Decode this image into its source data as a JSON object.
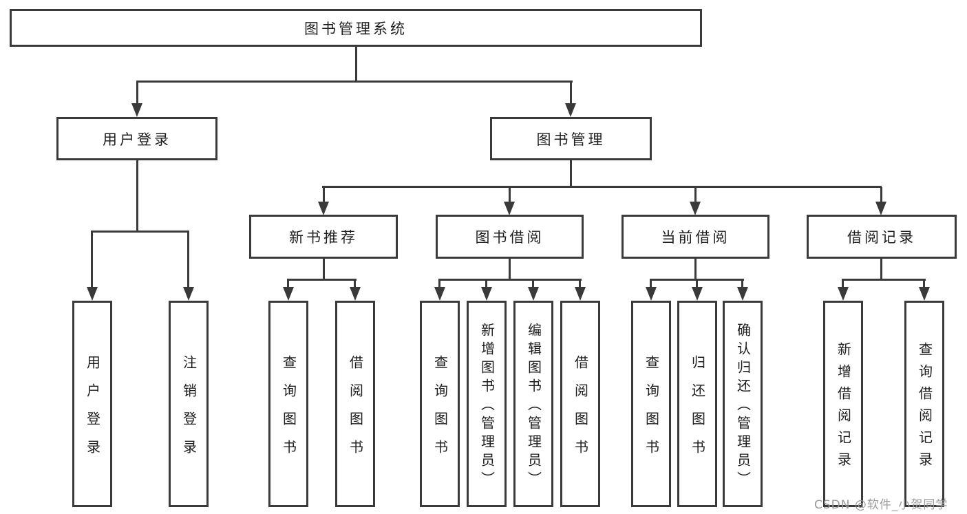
{
  "tree": {
    "label": "图书管理系统",
    "children": [
      {
        "label": "用户登录",
        "children": [
          {
            "label": "用户登录"
          },
          {
            "label": "注销登录"
          }
        ]
      },
      {
        "label": "图书管理",
        "children": [
          {
            "label": "新书推荐",
            "children": [
              {
                "label": "查询图书"
              },
              {
                "label": "借阅图书"
              }
            ]
          },
          {
            "label": "图书借阅",
            "children": [
              {
                "label": "查询图书"
              },
              {
                "label": "新增图书（管理员）"
              },
              {
                "label": "编辑图书（管理员）"
              },
              {
                "label": "借阅图书"
              }
            ]
          },
          {
            "label": "当前借阅",
            "children": [
              {
                "label": "查询图书"
              },
              {
                "label": "归还图书"
              },
              {
                "label": "确认归还（管理员）"
              }
            ]
          },
          {
            "label": "借阅记录",
            "children": [
              {
                "label": "新增借阅记录"
              },
              {
                "label": "查询借阅记录"
              }
            ]
          }
        ]
      }
    ]
  },
  "watermark": "CSDN @软件_小贺同学",
  "colors": {
    "line": "#3a3a3a",
    "text": "#1e1e1e",
    "watermark": "#9a9a9a",
    "background": "#ffffff"
  }
}
